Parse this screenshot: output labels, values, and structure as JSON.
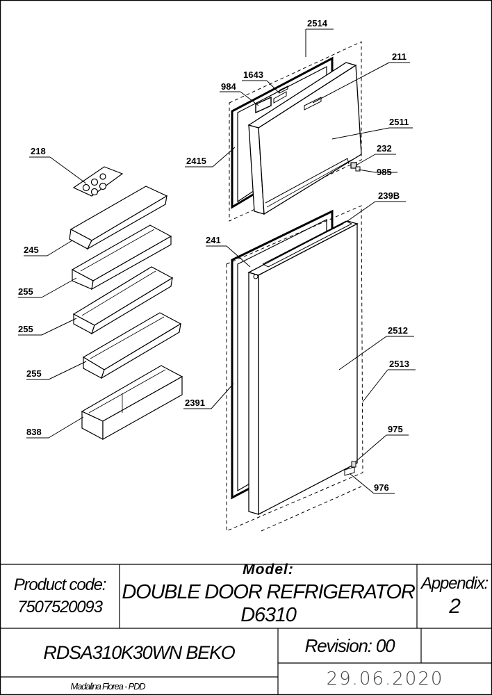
{
  "callouts": {
    "c2514": "2514",
    "c211": "211",
    "c1643": "1643",
    "c984": "984",
    "c2511": "2511",
    "c2415": "2415",
    "c232": "232",
    "c985": "985",
    "c218": "218",
    "c239b": "239B",
    "c241": "241",
    "c245": "245",
    "c255a": "255",
    "c255b": "255",
    "c255c": "255",
    "c2512": "2512",
    "c2513": "2513",
    "c2391": "2391",
    "c838": "838",
    "c975": "975",
    "c976": "976"
  },
  "title_block": {
    "product_code_label": "Product code:",
    "product_code_value": "7507520093",
    "model_label": "Model:",
    "model_value": "DOUBLE DOOR REFRIGERATOR D6310",
    "appendix_label": "Appendix:",
    "appendix_value": "2",
    "sku": "RDSA310K30WN BEKO",
    "revision": "Revision: 00",
    "author": "Madalina Florea - PDD",
    "date": "29.06.2020"
  }
}
